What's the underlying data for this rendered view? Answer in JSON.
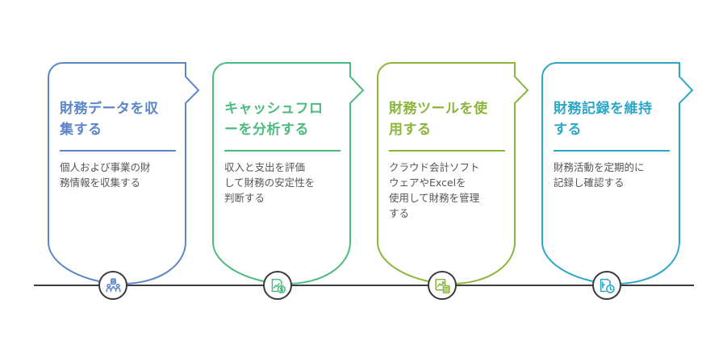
{
  "steps": [
    {
      "title": "財務データを収\n集する",
      "description": "個人および事業の財\n務情報を収集する",
      "color": "#5b86c9",
      "icon": "people-data-icon"
    },
    {
      "title": "キャッシュフロ\nーを分析する",
      "description": "収入と支出を評価\nして財務の安定性を\n判断する",
      "color": "#4cbb7f",
      "icon": "cashflow-dollar-icon"
    },
    {
      "title": "財務ツールを使\n用する",
      "description": "クラウド会計ソフト\nウェアやExcelを\n使用して財務を管理\nする",
      "color": "#8bb63b",
      "icon": "calculator-chart-icon"
    },
    {
      "title": "財務記録を維持\nする",
      "description": "財務活動を定期的に\n記録し確認する",
      "color": "#2ea6c8",
      "icon": "record-clock-icon"
    }
  ]
}
